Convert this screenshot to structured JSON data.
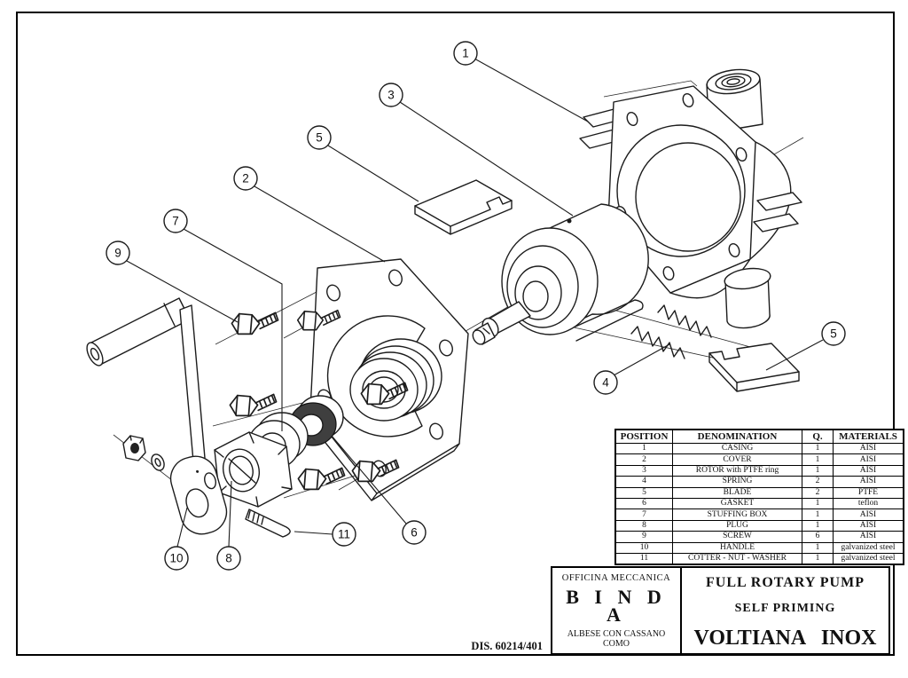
{
  "drawing_number": "DIS. 60214/401",
  "callouts": [
    {
      "label": "1"
    },
    {
      "label": "3"
    },
    {
      "label": "5"
    },
    {
      "label": "2"
    },
    {
      "label": "7"
    },
    {
      "label": "9"
    },
    {
      "label": "4"
    },
    {
      "label": "5"
    },
    {
      "label": "6"
    },
    {
      "label": "11"
    },
    {
      "label": "10"
    },
    {
      "label": "8"
    }
  ],
  "parts_table": {
    "headers": [
      "POSITION",
      "DENOMINATION",
      "Q.",
      "MATERIALS"
    ],
    "rows": [
      [
        "1",
        "CASING",
        "1",
        "AISI"
      ],
      [
        "2",
        "COVER",
        "1",
        "AISI"
      ],
      [
        "3",
        "ROTOR with PTFE ring",
        "1",
        "AISI"
      ],
      [
        "4",
        "SPRING",
        "2",
        "AISI"
      ],
      [
        "5",
        "BLADE",
        "2",
        "PTFE"
      ],
      [
        "6",
        "GASKET",
        "1",
        "teflon"
      ],
      [
        "7",
        "STUFFING BOX",
        "1",
        "AISI"
      ],
      [
        "8",
        "PLUG",
        "1",
        "AISI"
      ],
      [
        "9",
        "SCREW",
        "6",
        "AISI"
      ],
      [
        "10",
        "HANDLE",
        "1",
        "galvanized steel"
      ],
      [
        "11",
        "COTTER - NUT - WASHER",
        "1",
        "galvanized steel"
      ]
    ]
  },
  "title_block": {
    "company_line": "OFFICINA MECCANICA",
    "company_name": "B I N D A",
    "company_city1": "ALBESE CON CASSANO",
    "company_city2": "COMO",
    "product_line1": "FULL ROTARY PUMP",
    "product_line2": "SELF PRIMING",
    "product_name": "VOLTIANA   INOX"
  }
}
